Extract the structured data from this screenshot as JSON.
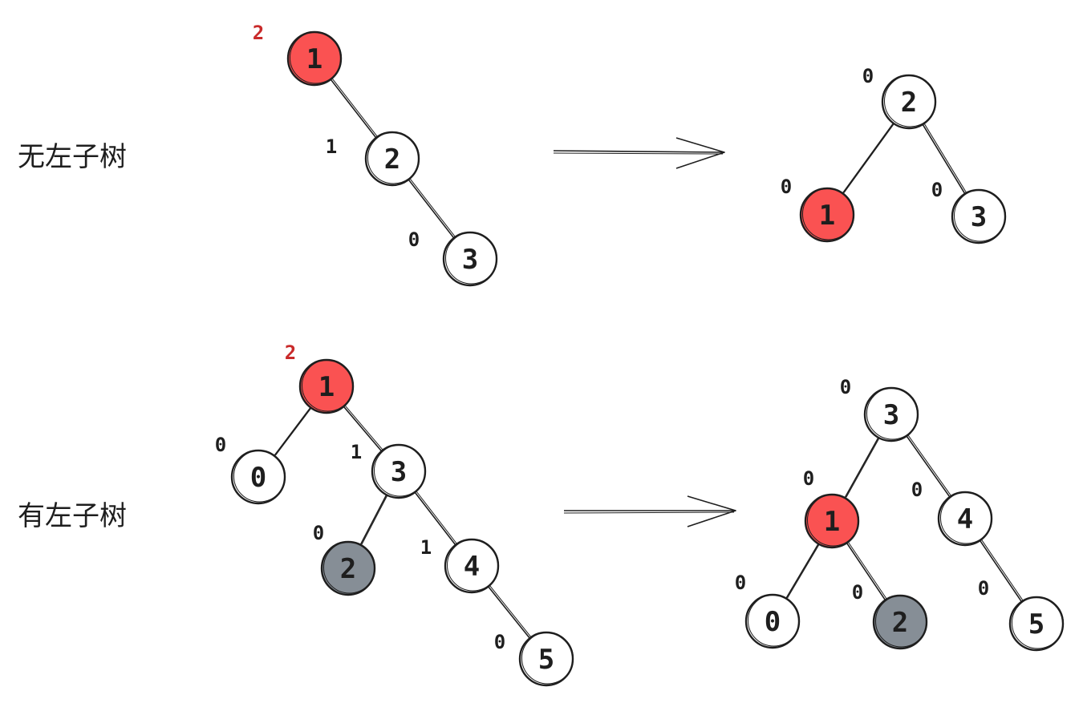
{
  "colors": {
    "imbalanced": "#fa5252",
    "moved_subtree": "#868e96",
    "normal": "#ffffff",
    "stroke": "#1e1e1e",
    "imbalance_label": "#c92a2a"
  },
  "cases": [
    {
      "title": "无左子树",
      "before": {
        "nodes": [
          {
            "id": "a1",
            "value": "1",
            "balance": "2",
            "kind": "imbalanced"
          },
          {
            "id": "a2",
            "value": "2",
            "balance": "1",
            "kind": "normal"
          },
          {
            "id": "a3",
            "value": "3",
            "balance": "0",
            "kind": "normal"
          }
        ],
        "edges": [
          [
            "a1",
            "a2"
          ],
          [
            "a2",
            "a3"
          ]
        ]
      },
      "after": {
        "nodes": [
          {
            "id": "b2",
            "value": "2",
            "balance": "0",
            "kind": "normal"
          },
          {
            "id": "b1",
            "value": "1",
            "balance": "0",
            "kind": "imbalanced"
          },
          {
            "id": "b3",
            "value": "3",
            "balance": "0",
            "kind": "normal"
          }
        ],
        "edges": [
          [
            "b2",
            "b1"
          ],
          [
            "b2",
            "b3"
          ]
        ]
      }
    },
    {
      "title": "有左子树",
      "before": {
        "nodes": [
          {
            "id": "c1",
            "value": "1",
            "balance": "2",
            "kind": "imbalanced"
          },
          {
            "id": "c0",
            "value": "0",
            "balance": "0",
            "kind": "normal"
          },
          {
            "id": "c3",
            "value": "3",
            "balance": "1",
            "kind": "normal"
          },
          {
            "id": "c2",
            "value": "2",
            "balance": "0",
            "kind": "moved_subtree"
          },
          {
            "id": "c4",
            "value": "4",
            "balance": "1",
            "kind": "normal"
          },
          {
            "id": "c5",
            "value": "5",
            "balance": "0",
            "kind": "normal"
          }
        ],
        "edges": [
          [
            "c1",
            "c0"
          ],
          [
            "c1",
            "c3"
          ],
          [
            "c3",
            "c2"
          ],
          [
            "c3",
            "c4"
          ],
          [
            "c4",
            "c5"
          ]
        ]
      },
      "after": {
        "nodes": [
          {
            "id": "d3",
            "value": "3",
            "balance": "0",
            "kind": "normal"
          },
          {
            "id": "d1",
            "value": "1",
            "balance": "0",
            "kind": "imbalanced"
          },
          {
            "id": "d4",
            "value": "4",
            "balance": "0",
            "kind": "normal"
          },
          {
            "id": "d0",
            "value": "0",
            "balance": "0",
            "kind": "normal"
          },
          {
            "id": "d2",
            "value": "2",
            "balance": "0",
            "kind": "moved_subtree"
          },
          {
            "id": "d5",
            "value": "5",
            "balance": "0",
            "kind": "normal"
          }
        ],
        "edges": [
          [
            "d3",
            "d1"
          ],
          [
            "d3",
            "d4"
          ],
          [
            "d1",
            "d0"
          ],
          [
            "d1",
            "d2"
          ],
          [
            "d4",
            "d5"
          ]
        ]
      }
    }
  ]
}
